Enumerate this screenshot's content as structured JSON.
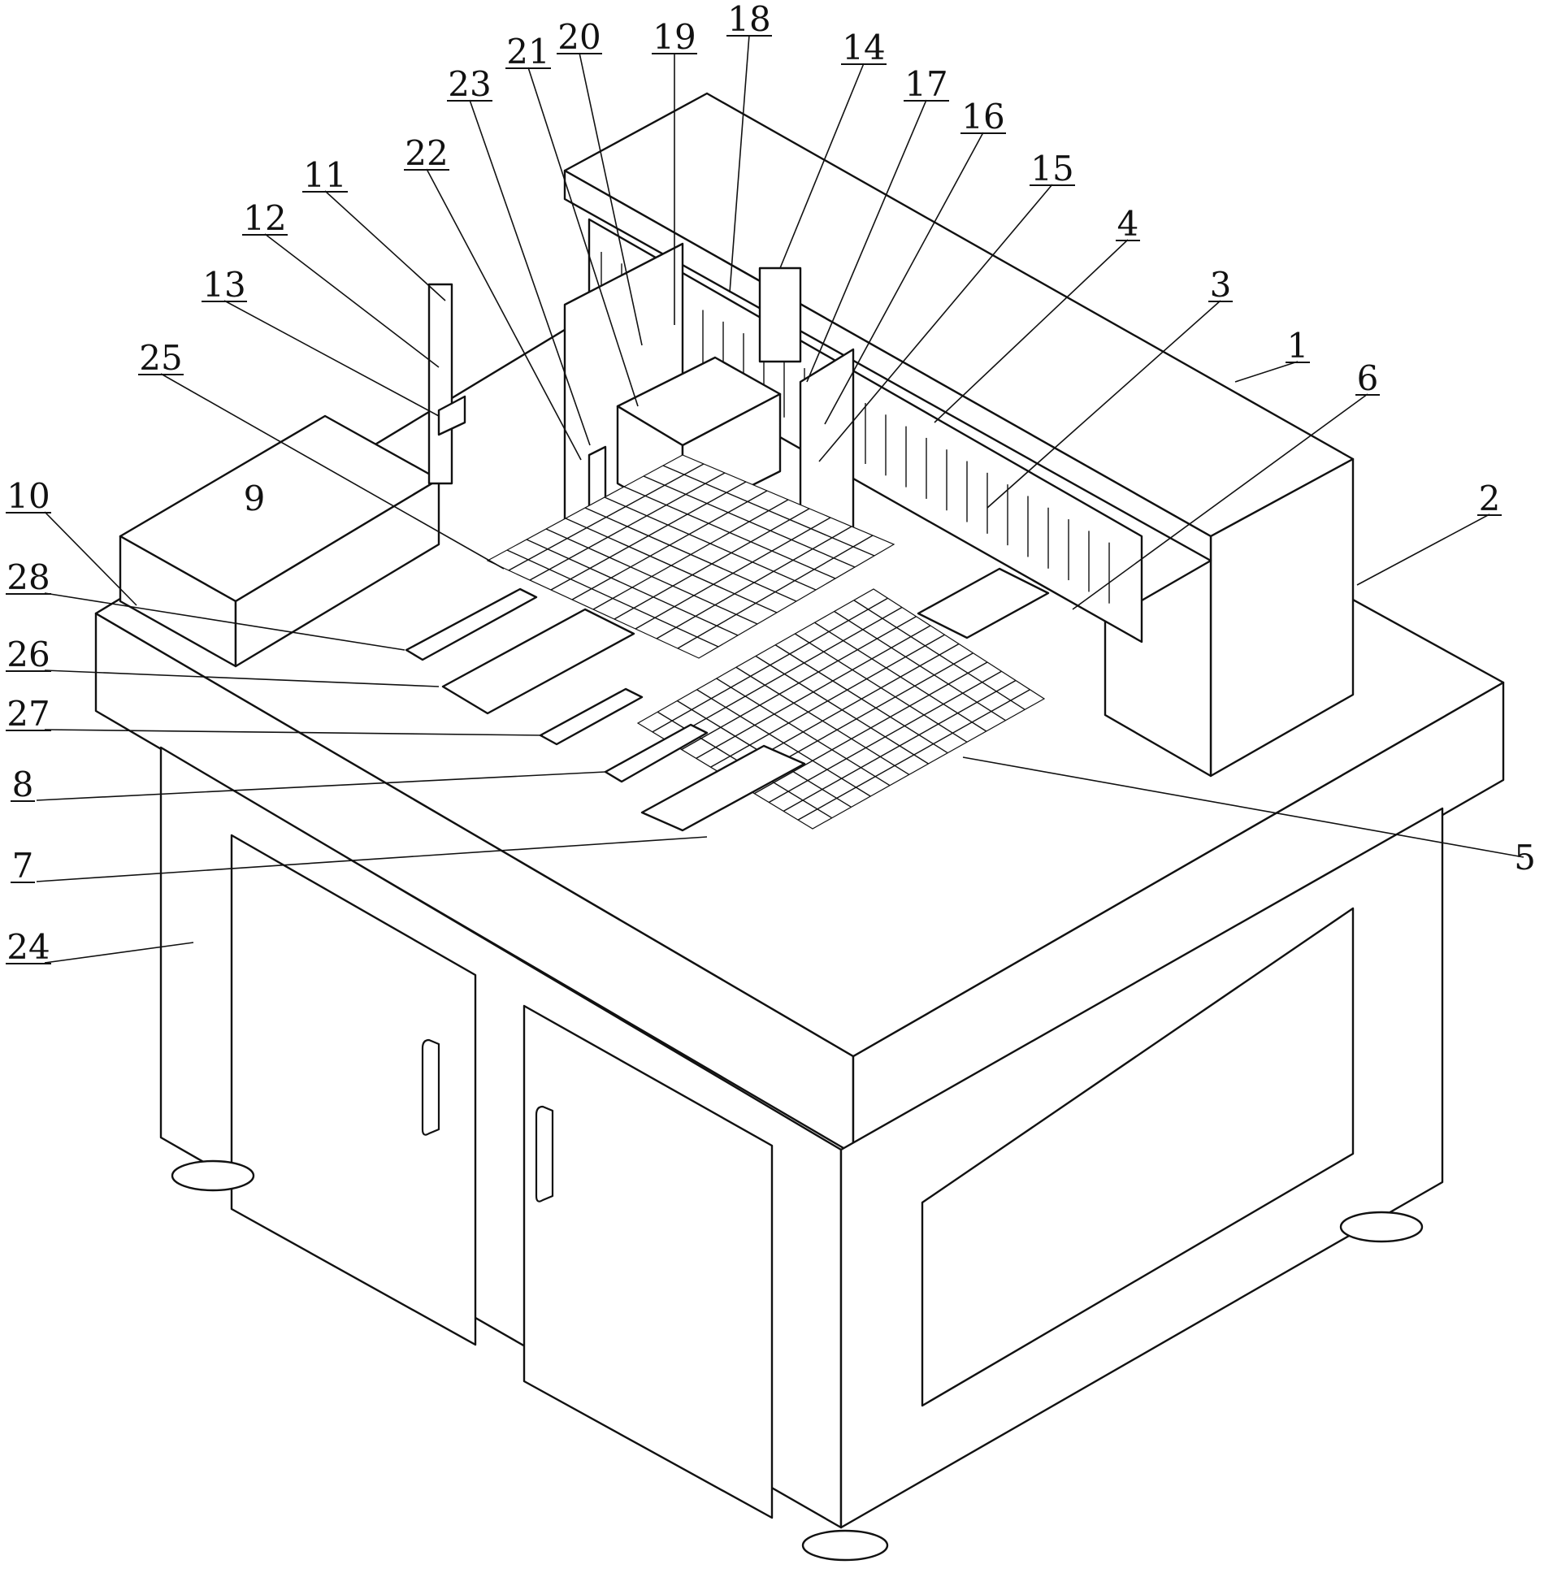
{
  "labels": [
    {
      "id": "1",
      "text": "1"
    },
    {
      "id": "2",
      "text": "2"
    },
    {
      "id": "3",
      "text": "3"
    },
    {
      "id": "4",
      "text": "4"
    },
    {
      "id": "5",
      "text": "5"
    },
    {
      "id": "6",
      "text": "6"
    },
    {
      "id": "7",
      "text": "7"
    },
    {
      "id": "8",
      "text": "8"
    },
    {
      "id": "9",
      "text": "9"
    },
    {
      "id": "10",
      "text": "10"
    },
    {
      "id": "11",
      "text": "11"
    },
    {
      "id": "12",
      "text": "12"
    },
    {
      "id": "13",
      "text": "13"
    },
    {
      "id": "14",
      "text": "14"
    },
    {
      "id": "15",
      "text": "15"
    },
    {
      "id": "16",
      "text": "16"
    },
    {
      "id": "17",
      "text": "17"
    },
    {
      "id": "18",
      "text": "18"
    },
    {
      "id": "19",
      "text": "19"
    },
    {
      "id": "20",
      "text": "20"
    },
    {
      "id": "21",
      "text": "21"
    },
    {
      "id": "22",
      "text": "22"
    },
    {
      "id": "23",
      "text": "23"
    },
    {
      "id": "24",
      "text": "24"
    },
    {
      "id": "25",
      "text": "25"
    },
    {
      "id": "26",
      "text": "26"
    },
    {
      "id": "27",
      "text": "27"
    },
    {
      "id": "28",
      "text": "28"
    }
  ]
}
